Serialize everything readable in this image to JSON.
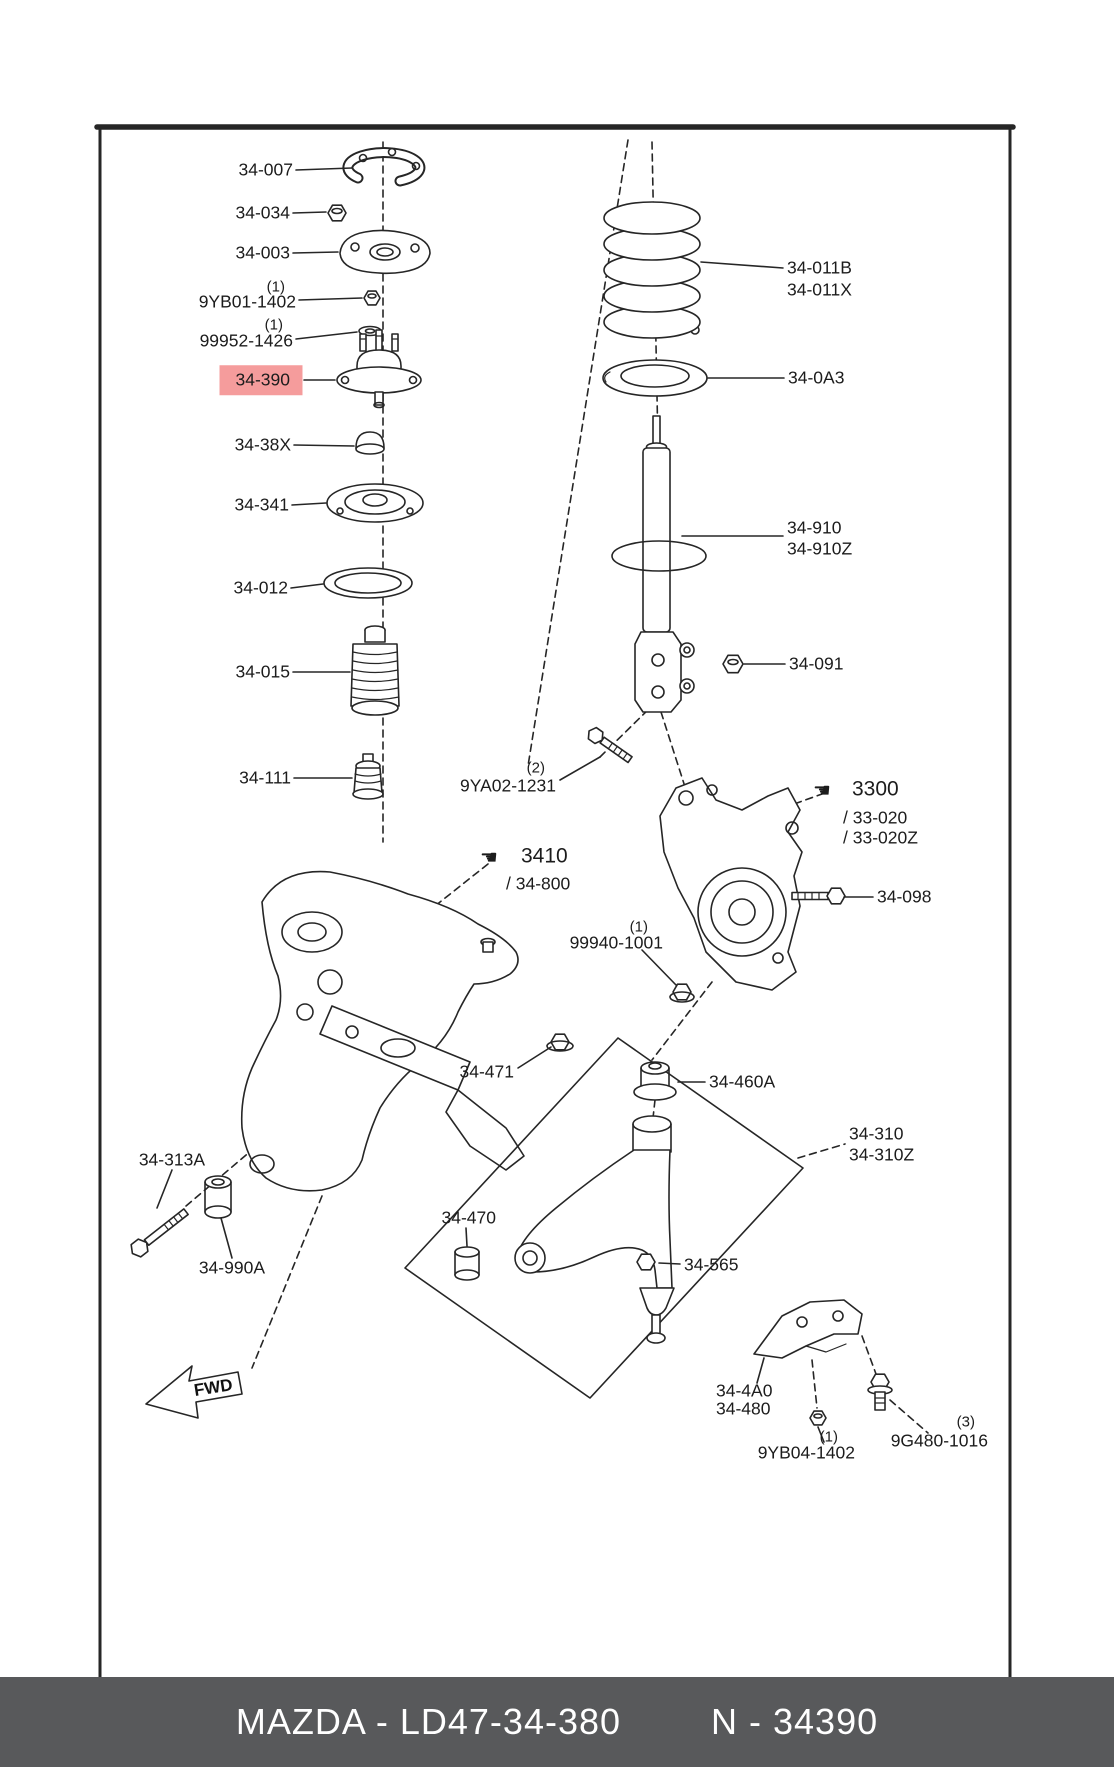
{
  "doc": {
    "type": "exploded-parts-diagram",
    "subject": "front suspension"
  },
  "colors": {
    "highlight": "#f59c9c",
    "footer_bg": "#58595b",
    "ink": "#262626"
  },
  "highlighted_part": "34-390",
  "hand_icon": "☚",
  "fwd_label": "FWD",
  "footer": {
    "left": "MAZDA - LD47-34-380",
    "right": "N - 34390"
  },
  "labels": {
    "l34_007": "34-007",
    "l34_034": "34-034",
    "l34_003": "34-003",
    "q9yb01": "(1)",
    "l9yb01": "9YB01-1402",
    "q99952": "(1)",
    "l99952": "99952-1426",
    "l34_390": "34-390",
    "l34_38x": "34-38X",
    "l34_341": "34-341",
    "l34_012": "34-012",
    "l34_015": "34-015",
    "l34_111": "34-111",
    "l34_011b": "34-011B",
    "l34_011x": "34-011X",
    "l34_0a3": "34-0A3",
    "l34_910": "34-910",
    "l34_910z": "34-910Z",
    "l34_091": "34-091",
    "q9ya02": "(2)",
    "l9ya02": "9YA02-1231",
    "l3300": "3300",
    "l33_020": "/ 33-020",
    "l33_020z": "/ 33-020Z",
    "l34_098": "34-098",
    "l3410": "3410",
    "l34_800": "/ 34-800",
    "q99940": "(1)",
    "l99940": "99940-1001",
    "l34_471": "34-471",
    "l34_460a": "34-460A",
    "l34_310": "34-310",
    "l34_310z": "34-310Z",
    "l34_470": "34-470",
    "l34_565": "34-565",
    "l34_313a": "34-313A",
    "l34_990a": "34-990A",
    "l34_4a0": "34-4A0",
    "l34_480": "34-480",
    "q9yb04": "(1)",
    "l9yb04": "9YB04-1402",
    "q9g480": "(3)",
    "l9g480": "9G480-1016"
  }
}
